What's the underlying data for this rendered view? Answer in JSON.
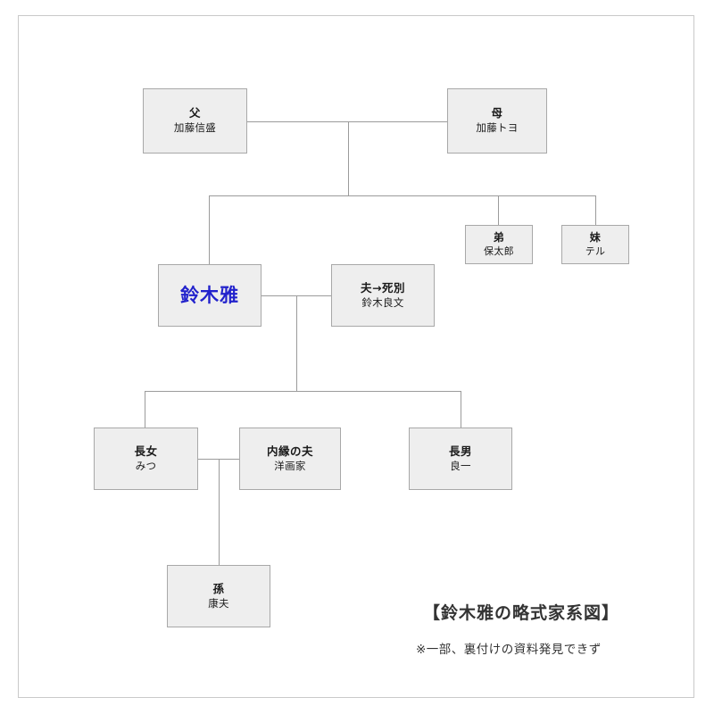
{
  "diagram": {
    "title_caption": "【鈴木雅の略式家系図】",
    "note_caption": "※一部、裏付けの資料発見できず",
    "accent_color": "#2222cc",
    "node_fill": "#eeeeee",
    "node_border": "#a8a8a8",
    "line_color": "#9b9b9b",
    "page_border_color": "#c9c9c9"
  },
  "nodes": {
    "father": {
      "role": "父",
      "name": "加藤信盛"
    },
    "mother": {
      "role": "母",
      "name": "加藤トヨ"
    },
    "younger_brother": {
      "role": "弟",
      "name": "保太郎"
    },
    "younger_sister": {
      "role": "妹",
      "name": "テル"
    },
    "subject": {
      "role": "鈴木雅",
      "name": ""
    },
    "husband": {
      "role": "夫→死別",
      "name": "鈴木良文"
    },
    "eldest_daughter": {
      "role": "長女",
      "name": "みつ"
    },
    "common_law_husband": {
      "role": "内縁の夫",
      "name": "洋画家"
    },
    "eldest_son": {
      "role": "長男",
      "name": "良一"
    },
    "grandchild": {
      "role": "孫",
      "name": "康夫"
    }
  }
}
